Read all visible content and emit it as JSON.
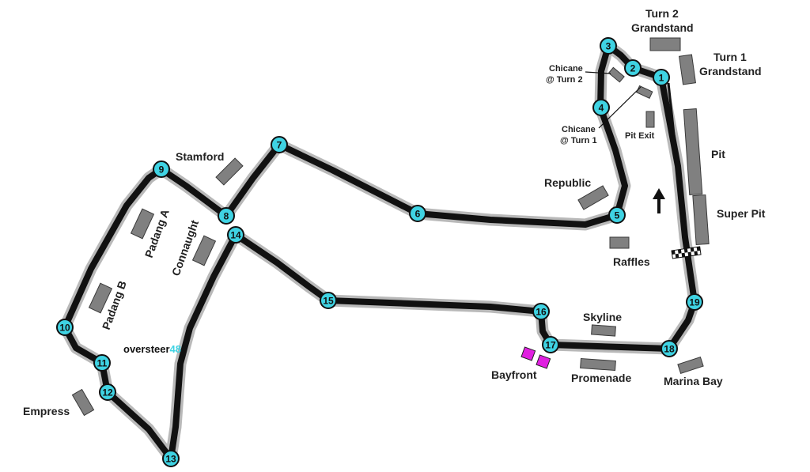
{
  "colors": {
    "track_outer": "#b9b9b9",
    "track": "#111111",
    "turn_marker": "#3fd3e3",
    "stand": "#808080",
    "stand_border": "#3a3a3a",
    "bayfront_marker": "#e020e0",
    "brand_primary": "#111111",
    "brand_accent": "#3fd3e3"
  },
  "turns": [
    "1",
    "2",
    "3",
    "4",
    "5",
    "6",
    "7",
    "8",
    "9",
    "10",
    "11",
    "12",
    "13",
    "14",
    "15",
    "16",
    "17",
    "18",
    "19"
  ],
  "labels": {
    "turn2_grandstand_line1": "Turn 2",
    "turn2_grandstand_line2": "Grandstand",
    "turn1_grandstand_line1": "Turn 1",
    "turn1_grandstand_line2": "Grandstand",
    "chicane_t2_line1": "Chicane",
    "chicane_t2_line2": "@ Turn 2",
    "chicane_t1_line1": "Chicane",
    "chicane_t1_line2": "@ Turn 1",
    "pit_exit": "Pit Exit",
    "pit": "Pit",
    "super_pit": "Super Pit",
    "republic": "Republic",
    "raffles": "Raffles",
    "stamford": "Stamford",
    "padang_a": "Padang A",
    "padang_b": "Padang B",
    "connaught": "Connaught",
    "skyline": "Skyline",
    "bayfront": "Bayfront",
    "promenade": "Promenade",
    "marina_bay": "Marina Bay",
    "empress": "Empress"
  },
  "brand": {
    "name": "oversteer",
    "number": "48"
  },
  "icons": {
    "direction": "arrow-up-icon",
    "start_finish": "checkered-flag-icon"
  }
}
